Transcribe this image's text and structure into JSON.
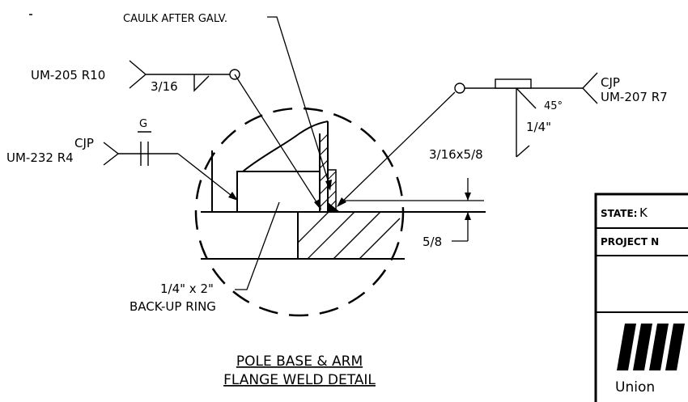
{
  "labels": {
    "caulk": "CAULK AFTER GALV.",
    "um205": "UM-205 R10",
    "weld_316": "3/16",
    "cjp_left": "CJP",
    "um232": "UM-232 R4",
    "g_mark": "G",
    "cjp_right": "CJP",
    "um207": "UM-207 R7",
    "angle_45": "45°",
    "size_14": "1/4\"",
    "size_316x58": "3/16x5/8",
    "dim_58": "5/8",
    "ring_line1": "1/4\" x 2\"",
    "ring_line2": "BACK-UP RING"
  },
  "title": {
    "line1": "POLE BASE & ARM",
    "line2": "FLANGE WELD DETAIL"
  },
  "title_block": {
    "state_label": "STATE:",
    "state_value": "K",
    "project_label": "PROJECT N",
    "logo_text": "Union"
  },
  "colors": {
    "ink": "#000000",
    "paper": "#ffffff"
  }
}
